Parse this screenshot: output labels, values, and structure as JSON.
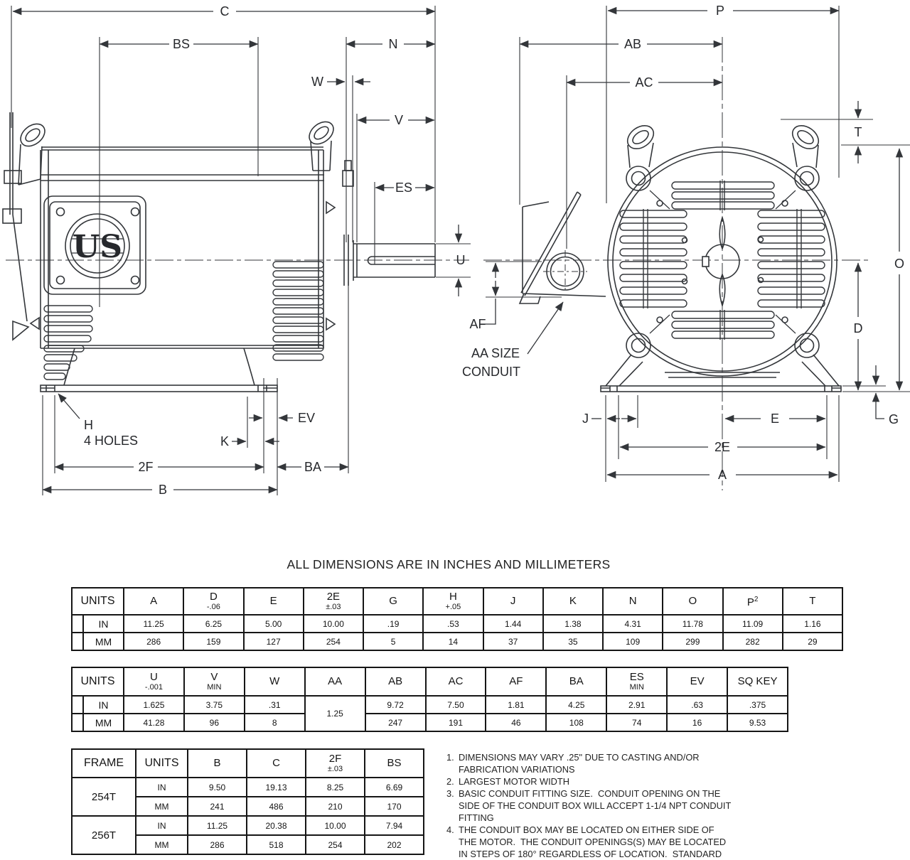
{
  "title": "ALL DIMENSIONS ARE IN INCHES AND MILLIMETERS",
  "drawing": {
    "logo_text": "US",
    "dims": {
      "c": "C",
      "bs": "BS",
      "n": "N",
      "w": "W",
      "v": "V",
      "es": "ES",
      "u": "U",
      "h": "H",
      "h_holes": "4 HOLES",
      "k": "K",
      "ev": "EV",
      "f2": "2F",
      "ba": "BA",
      "b": "B",
      "p": "P",
      "ab": "AB",
      "ac": "AC",
      "t": "T",
      "o": "O",
      "d": "D",
      "g": "G",
      "af": "AF",
      "aa1": "AA SIZE",
      "aa2": "CONDUIT",
      "j": "J",
      "e": "E",
      "e2": "2E",
      "a": "A"
    }
  },
  "table1": {
    "units_header": "UNITS",
    "row_labels": [
      "IN",
      "MM"
    ],
    "columns": [
      {
        "label": "A"
      },
      {
        "label": "D",
        "tol": "-.06"
      },
      {
        "label": "E"
      },
      {
        "label": "2E",
        "tol": "±.03"
      },
      {
        "label": "G"
      },
      {
        "label": "H",
        "tol": "+.05"
      },
      {
        "label": "J"
      },
      {
        "label": "K"
      },
      {
        "label": "N"
      },
      {
        "label": "O"
      },
      {
        "label": "P",
        "sup": "2"
      },
      {
        "label": "T"
      }
    ],
    "in": [
      "11.25",
      "6.25",
      "5.00",
      "10.00",
      ".19",
      ".53",
      "1.44",
      "1.38",
      "4.31",
      "11.78",
      "11.09",
      "1.16"
    ],
    "mm": [
      "286",
      "159",
      "127",
      "254",
      "5",
      "14",
      "37",
      "35",
      "109",
      "299",
      "282",
      "29"
    ]
  },
  "table2": {
    "units_header": "UNITS",
    "row_labels": [
      "IN",
      "MM"
    ],
    "columns": [
      {
        "label": "U",
        "tol": "-.001"
      },
      {
        "label": "V",
        "tol": "MIN"
      },
      {
        "label": "W"
      },
      {
        "label": "AA"
      },
      {
        "label": "AB"
      },
      {
        "label": "AC"
      },
      {
        "label": "AF"
      },
      {
        "label": "BA"
      },
      {
        "label": "ES",
        "tol": "MIN"
      },
      {
        "label": "EV"
      },
      {
        "label": "SQ KEY"
      }
    ],
    "in_left": [
      "1.625",
      "3.75",
      ".31"
    ],
    "aa": "1.25",
    "in_right": [
      "9.72",
      "7.50",
      "1.81",
      "4.25",
      "2.91",
      ".63",
      ".375"
    ],
    "mm_left": [
      "41.28",
      "96",
      "8"
    ],
    "mm_right": [
      "247",
      "191",
      "46",
      "108",
      "74",
      "16",
      "9.53"
    ]
  },
  "table3": {
    "frame_header": "FRAME",
    "units_header": "UNITS",
    "in_label": "IN",
    "mm_label": "MM",
    "columns": [
      {
        "label": "B"
      },
      {
        "label": "C"
      },
      {
        "label": "2F",
        "tol": "±.03"
      },
      {
        "label": "BS"
      }
    ],
    "rows": [
      {
        "frame": "254T",
        "in": [
          "9.50",
          "19.13",
          "8.25",
          "6.69"
        ],
        "mm": [
          "241",
          "486",
          "210",
          "170"
        ]
      },
      {
        "frame": "256T",
        "in": [
          "11.25",
          "20.38",
          "10.00",
          "7.94"
        ],
        "mm": [
          "286",
          "518",
          "254",
          "202"
        ]
      }
    ]
  },
  "notes": [
    {
      "num": "1.",
      "text": "DIMENSIONS MAY VARY .25\" DUE TO CASTING AND/OR\nFABRICATION VARIATIONS"
    },
    {
      "num": "2.",
      "text": "LARGEST MOTOR WIDTH"
    },
    {
      "num": "3.",
      "text": "BASIC CONDUIT FITTING SIZE.  CONDUIT OPENING ON THE\nSIDE OF THE CONDUIT BOX WILL ACCEPT 1-1/4 NPT CONDUIT\nFITTING"
    },
    {
      "num": "4.",
      "text": "THE CONDUIT BOX MAY BE LOCATED ON EITHER SIDE OF\nTHE MOTOR.  THE CONDUIT OPENINGS(S) MAY BE LOCATED\nIN STEPS OF 180° REGARDLESS OF LOCATION.  STANDARD"
    }
  ],
  "colors": {
    "line": "#33363a",
    "text": "#26282c",
    "table_border": "#161616"
  }
}
